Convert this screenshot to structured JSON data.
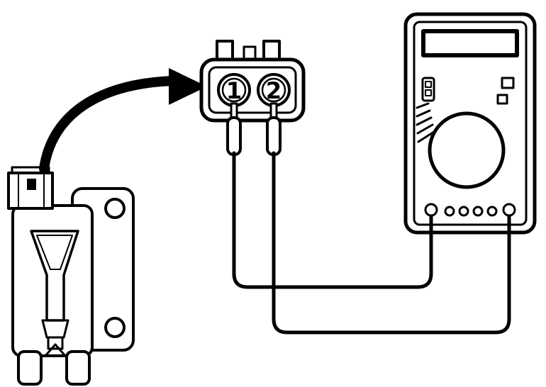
{
  "diagram": {
    "pins": [
      {
        "label": "1"
      },
      {
        "label": "2"
      }
    ],
    "colors": {
      "line": "#000000",
      "background": "#ffffff"
    },
    "components": [
      "ignition-coil",
      "coil-connector-block",
      "callout-arrow",
      "harness-connector-face",
      "test-probe-1",
      "test-probe-2",
      "wire-1",
      "wire-2",
      "multimeter"
    ]
  }
}
